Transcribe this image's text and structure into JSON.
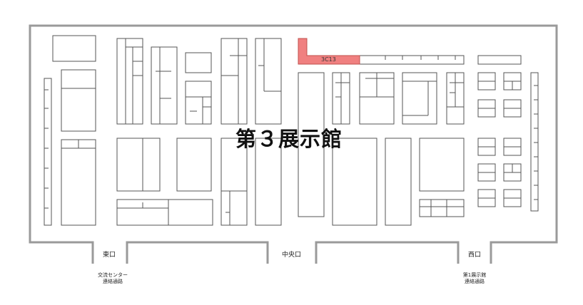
{
  "hall": {
    "title": "第３展示館"
  },
  "highlighted_booth": {
    "id": "3C13",
    "fill": "#f08080",
    "stroke": "#c0504d"
  },
  "entrances": {
    "east": "東口",
    "center": "中央口",
    "west": "西口"
  },
  "corridors": {
    "left_line1": "交流センター",
    "left_line2": "連絡通路",
    "right_line1": "第1展示館",
    "right_line2": "連絡通路"
  },
  "colors": {
    "wall": "#9a9a9a",
    "booth_stroke": "#555555",
    "background": "#ffffff"
  }
}
